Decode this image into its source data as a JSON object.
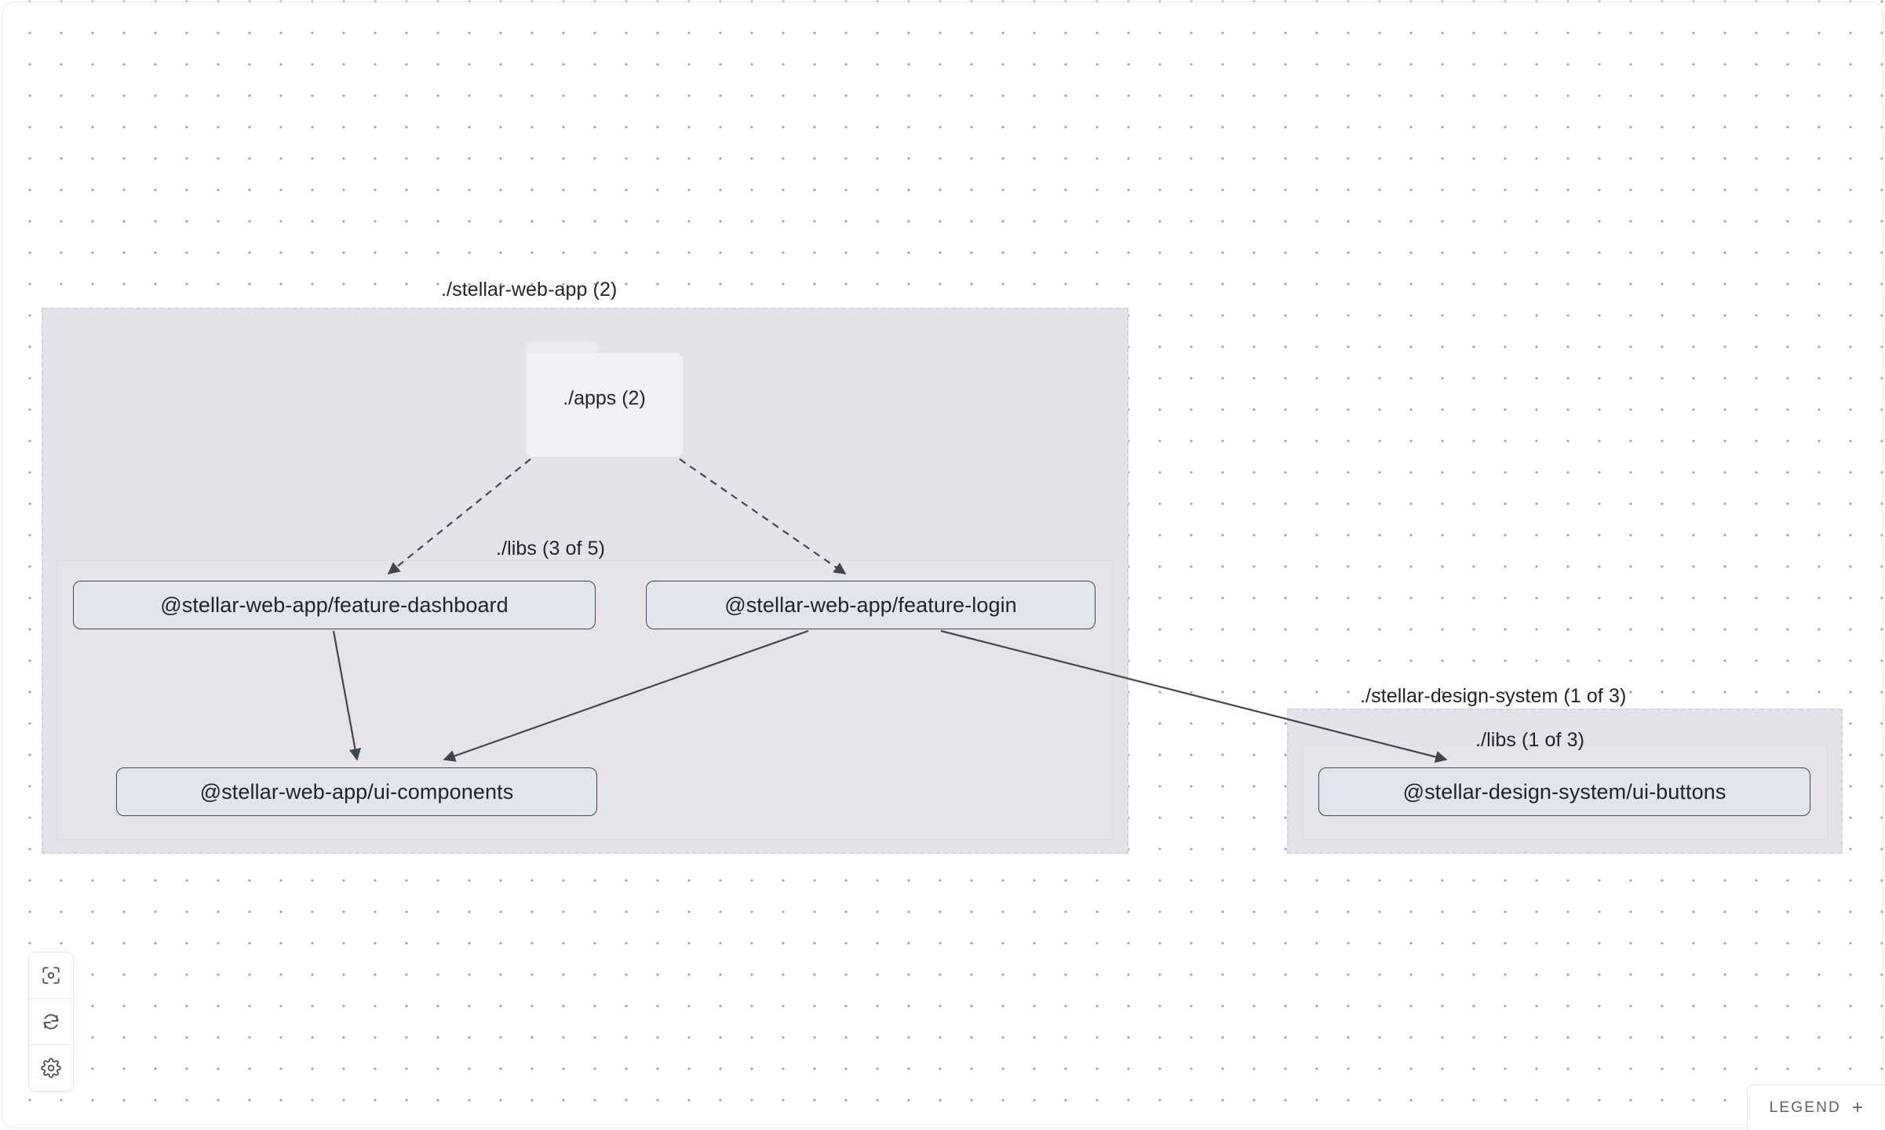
{
  "graph": {
    "projects": [
      {
        "id": "stellar-web-app",
        "label": "./stellar-web-app (2)",
        "folders": [
          {
            "id": "apps",
            "label": "./apps (2)"
          },
          {
            "id": "libs",
            "label": "./libs (3 of 5)"
          }
        ],
        "nodes": [
          {
            "id": "feature-dashboard",
            "label": "@stellar-web-app/feature-dashboard"
          },
          {
            "id": "feature-login",
            "label": "@stellar-web-app/feature-login"
          },
          {
            "id": "ui-components",
            "label": "@stellar-web-app/ui-components"
          }
        ]
      },
      {
        "id": "stellar-design-system",
        "label": "./stellar-design-system (1 of 3)",
        "folders": [
          {
            "id": "ds-libs",
            "label": "./libs (1 of 3)"
          }
        ],
        "nodes": [
          {
            "id": "ui-buttons",
            "label": "@stellar-design-system/ui-buttons"
          }
        ]
      }
    ],
    "edges": [
      {
        "from": "apps",
        "to": "feature-dashboard",
        "style": "dashed"
      },
      {
        "from": "apps",
        "to": "feature-login",
        "style": "dashed"
      },
      {
        "from": "feature-dashboard",
        "to": "ui-components",
        "style": "solid"
      },
      {
        "from": "feature-login",
        "to": "ui-components",
        "style": "solid"
      },
      {
        "from": "feature-login",
        "to": "ui-buttons",
        "style": "solid"
      }
    ],
    "colors": {
      "group_fill": "#e5e3e9",
      "group_border": "#d6d3dc",
      "node_fill": "#e0e5ee",
      "node_border": "#3f4653",
      "folder_fill": "#f2f1f6",
      "edge": "#3f4653",
      "dot_grid": "#9aa7b6"
    }
  },
  "toolbar": {
    "buttons": [
      {
        "id": "focus",
        "icon": "focus-target-icon",
        "title": "Focus"
      },
      {
        "id": "refresh",
        "icon": "refresh-icon",
        "title": "Refresh"
      },
      {
        "id": "settings",
        "icon": "gear-icon",
        "title": "Settings"
      }
    ]
  },
  "legend": {
    "label": "LEGEND",
    "toggle": "+"
  }
}
